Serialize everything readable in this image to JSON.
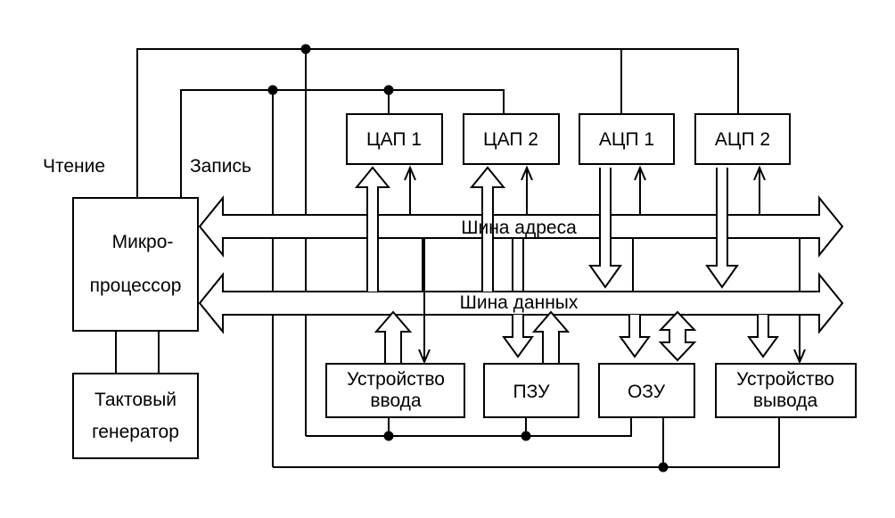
{
  "labels": {
    "read": "Чтение",
    "write": "Запись",
    "address_bus": "Шина адреса",
    "data_bus": "Шина данных"
  },
  "blocks": {
    "cpu": [
      "Микро-",
      "процессор"
    ],
    "clock": [
      "Тактовый",
      "генератор"
    ],
    "dac1": "ЦАП 1",
    "dac2": "ЦАП 2",
    "adc1": "АЦП 1",
    "adc2": "АЦП 2",
    "input_device": [
      "Устройство",
      "ввода"
    ],
    "rom": "ПЗУ",
    "ram": "ОЗУ",
    "output_device": [
      "Устройство",
      "вывода"
    ]
  }
}
